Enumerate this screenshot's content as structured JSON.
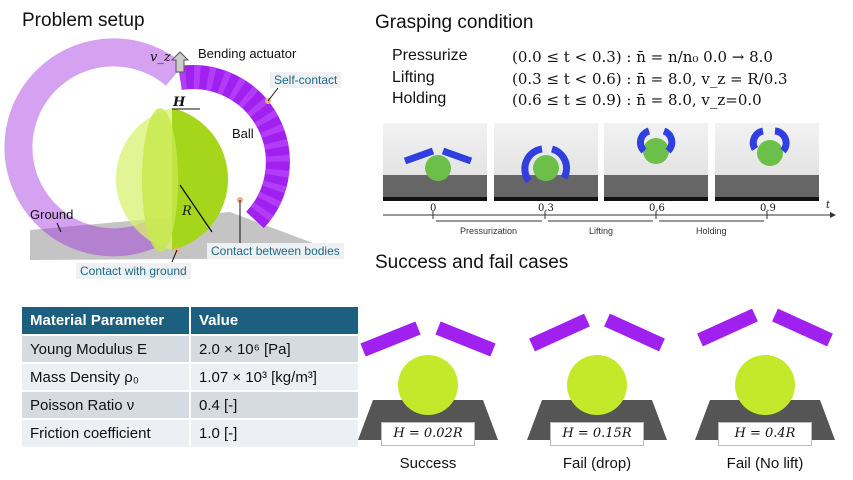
{
  "left": {
    "title": "Problem setup",
    "labels": {
      "vz": "v_z",
      "bending_actuator": "Bending actuator",
      "self_contact": "Self-contact",
      "H": "H",
      "ball": "Ball",
      "R": "R",
      "ground": "Ground",
      "contact_between_bodies": "Contact between bodies",
      "contact_with_ground": "Contact with ground"
    },
    "table": {
      "headers": [
        "Material Parameter",
        "Value"
      ],
      "rows": [
        [
          "Young Modulus E",
          "2.0 × 10⁶ [Pa]"
        ],
        [
          "Mass Density ρ₀",
          "1.07 × 10³ [kg/m³]"
        ],
        [
          "Poisson Ratio ν",
          "0.4 [-]"
        ],
        [
          "Friction coefficient",
          "1.0 [-]"
        ]
      ]
    }
  },
  "grasp": {
    "title": "Grasping condition",
    "conditions": [
      {
        "label": "Pressurize",
        "eq": "(0.0 ≤ t < 0.3) : n̄ = n/n₀ 0.0 → 8.0"
      },
      {
        "label": "Lifting",
        "eq": "(0.3 ≤ t < 0.6) : n̄ = 8.0,   v_z = R/0.3"
      },
      {
        "label": "Holding",
        "eq": "(0.6 ≤ t ≤ 0.9) : n̄ = 8.0, v_z=0.0"
      }
    ],
    "timeline": {
      "ticks": [
        "0",
        "0.3",
        "0.6",
        "0.9"
      ],
      "axis": "t",
      "phases": [
        "Pressurization",
        "Lifting",
        "Holding"
      ]
    }
  },
  "cases": {
    "title": "Success and fail cases",
    "items": [
      {
        "H": "H = 0.02R",
        "caption": "Success"
      },
      {
        "H": "H = 0.15R",
        "caption": "Fail (drop)"
      },
      {
        "H": "H = 0.4R",
        "caption": "Fail (No lift)"
      }
    ]
  },
  "colors": {
    "actuator": "#a020f0",
    "ball": "#b8e02a",
    "header": "#1d5f7e",
    "label_blue": "#1e6a8a",
    "gripper_photo": "#2f3fe0"
  }
}
